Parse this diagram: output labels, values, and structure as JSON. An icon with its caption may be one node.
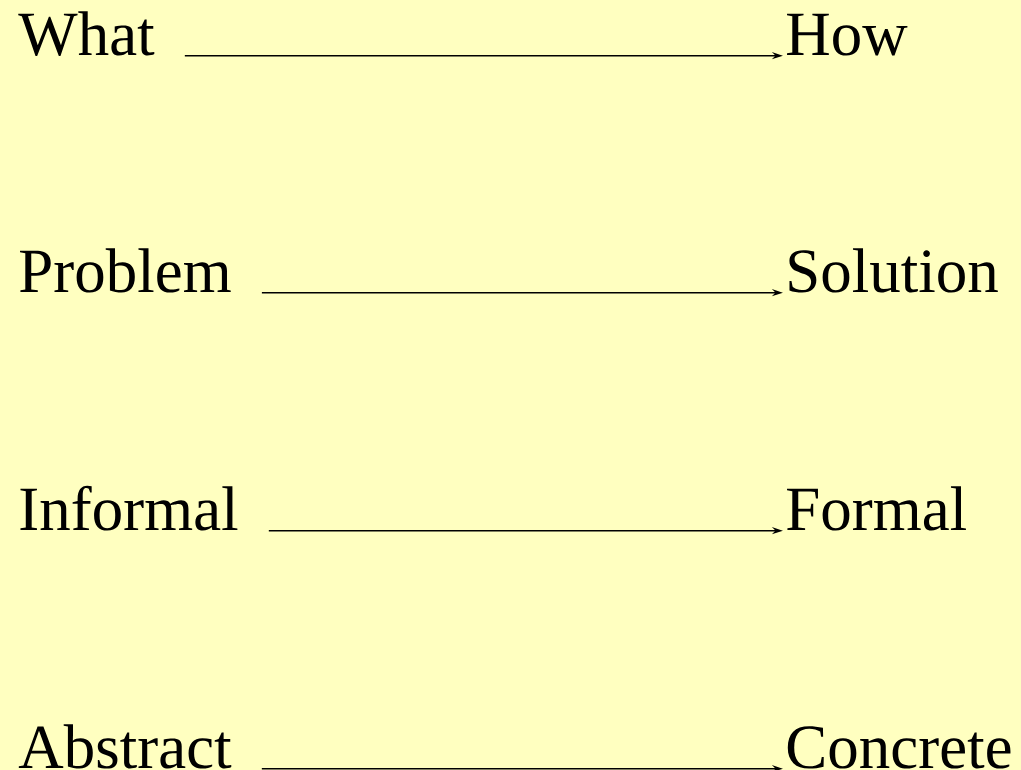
{
  "diagram": {
    "nodes": [
      {
        "text": [
          "What"
        ]
      },
      {
        "text": [
          "How"
        ]
      },
      {
        "text": [
          "Problem"
        ]
      },
      {
        "text": [
          "Solution"
        ]
      },
      {
        "text": [
          "Informal"
        ]
      },
      {
        "text": [
          "Formal"
        ]
      },
      {
        "text": [
          "Abstract"
        ]
      },
      {
        "text": [
          "Concrete"
        ]
      }
    ],
    "edges": [
      {
        "from": 0,
        "to": 1,
        "arrow": "to"
      },
      {
        "from": 2,
        "to": 3,
        "arrow": "to"
      },
      {
        "from": 4,
        "to": 5,
        "arrow": "to"
      },
      {
        "from": 6,
        "to": 7,
        "arrow": "to"
      }
    ]
  }
}
